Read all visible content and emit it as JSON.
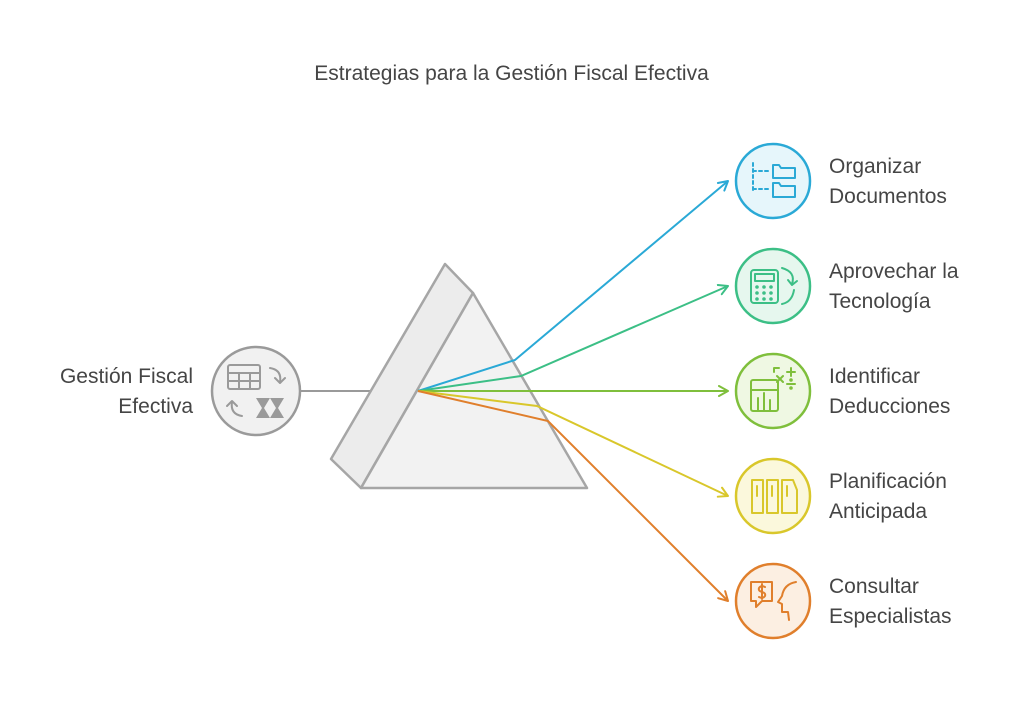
{
  "title": "Estrategias para la Gestión Fiscal Efectiva",
  "source": {
    "label_line1": "Gestión Fiscal",
    "label_line2": "Efectiva",
    "icon": "tax-calculation-icon",
    "color": "#9a9a9a"
  },
  "outputs": [
    {
      "line1": "Organizar",
      "line2": "Documentos",
      "icon": "folder-tree-icon",
      "color": "#2aa9d6",
      "fill": "#e6f6fb"
    },
    {
      "line1": "Aprovechar la",
      "line2": "Tecnología",
      "icon": "calculator-sync-icon",
      "color": "#3cbf86",
      "fill": "#e6f7ee"
    },
    {
      "line1": "Identificar",
      "line2": "Deducciones",
      "icon": "math-chart-icon",
      "color": "#7fbf3c",
      "fill": "#eff8e3"
    },
    {
      "line1": "Planificación",
      "line2": "Anticipada",
      "icon": "columns-plan-icon",
      "color": "#d9c72b",
      "fill": "#fbf8dc"
    },
    {
      "line1": "Consultar",
      "line2": "Especialistas",
      "icon": "advisor-dollar-icon",
      "color": "#e07f2c",
      "fill": "#fcefe2"
    }
  ]
}
